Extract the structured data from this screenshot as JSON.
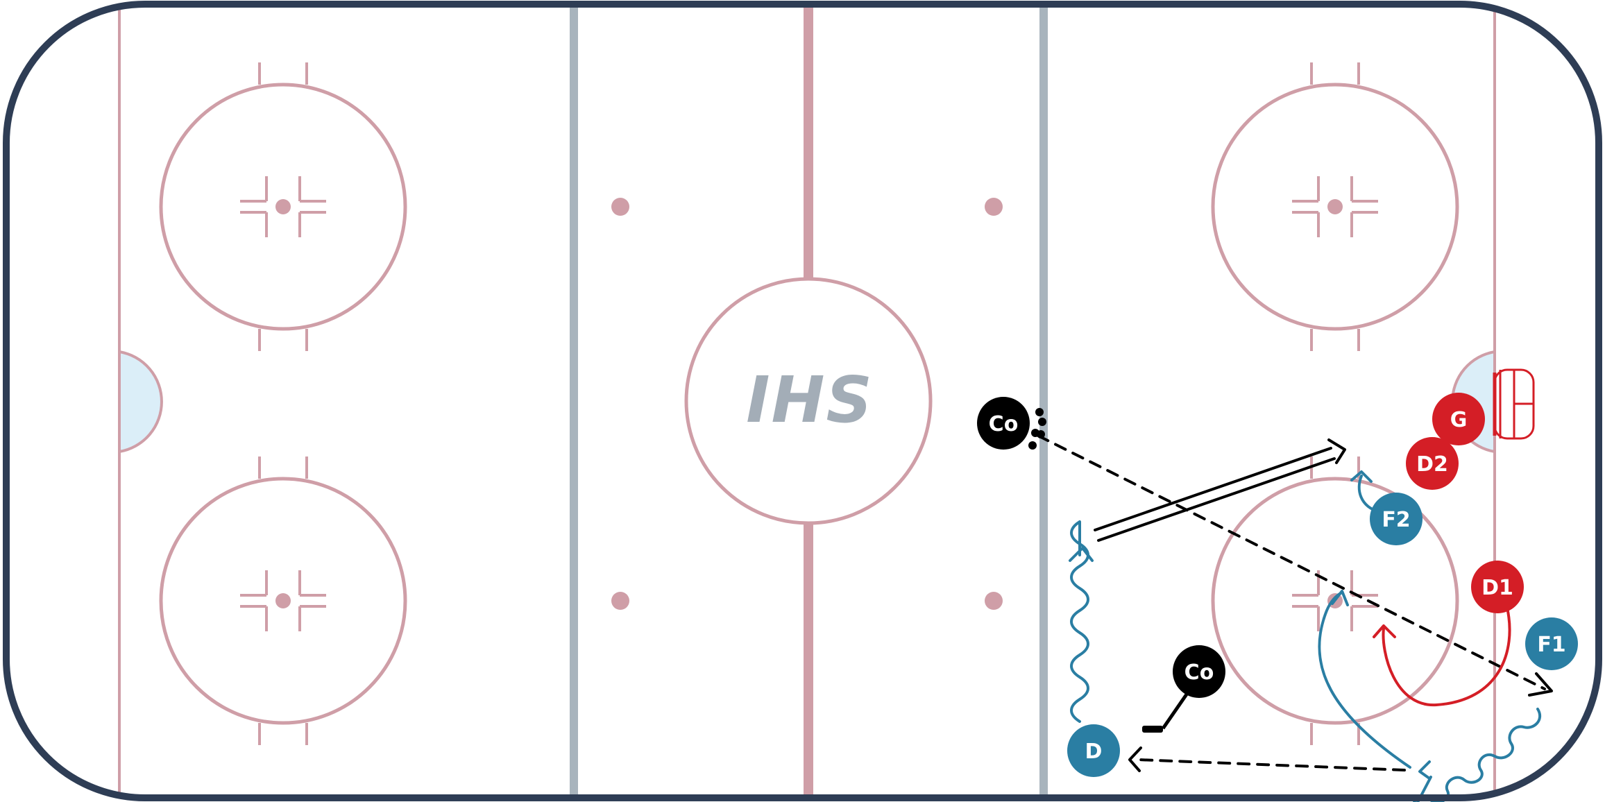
{
  "diagram": {
    "type": "hockey-drill",
    "logo_text": "IHS",
    "colors": {
      "boards": "#2e3d55",
      "rink_lines": "#cf9ea7",
      "blue_lines": "#a8b4bd",
      "crease": "#dbeef8",
      "net": "#d41e26",
      "team_blue": "#2a7ea3",
      "team_red": "#d41e26",
      "coach": "#000000",
      "pass": "#000000"
    },
    "players": [
      {
        "id": "co_top",
        "label": "Co",
        "team": "coach"
      },
      {
        "id": "co_bottom",
        "label": "Co",
        "team": "coach"
      },
      {
        "id": "g",
        "label": "G",
        "team": "red"
      },
      {
        "id": "d2",
        "label": "D2",
        "team": "red"
      },
      {
        "id": "d1",
        "label": "D1",
        "team": "red"
      },
      {
        "id": "f2",
        "label": "F2",
        "team": "blue"
      },
      {
        "id": "f1",
        "label": "F1",
        "team": "blue"
      },
      {
        "id": "d",
        "label": "D",
        "team": "blue"
      }
    ],
    "movements": [
      {
        "id": "pass-co-to-corner",
        "kind": "pass"
      },
      {
        "id": "pass-corner-to-d",
        "kind": "pass"
      },
      {
        "id": "shot-to-net",
        "kind": "shot"
      },
      {
        "id": "d-skate-with-puck",
        "kind": "skate-with-puck"
      },
      {
        "id": "f1-skate-with-puck",
        "kind": "skate-with-puck"
      },
      {
        "id": "f1-skate-to-slot",
        "kind": "skate"
      },
      {
        "id": "f2-skate",
        "kind": "skate"
      },
      {
        "id": "d1-skate",
        "kind": "skate"
      }
    ]
  }
}
